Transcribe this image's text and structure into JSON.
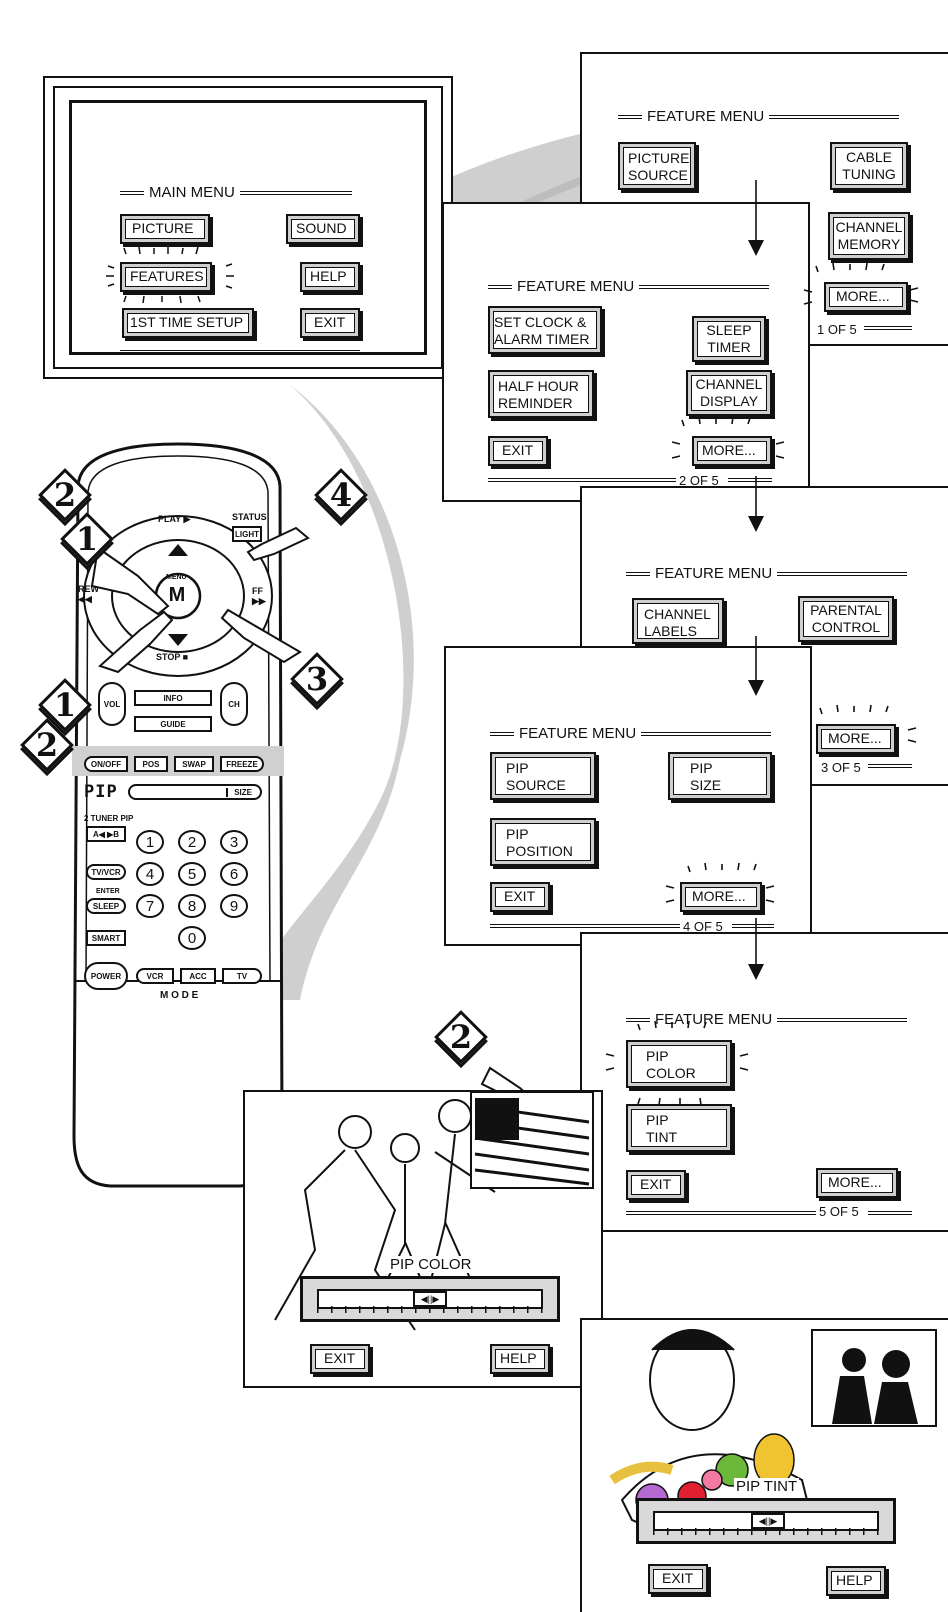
{
  "main_menu": {
    "title": "MAIN MENU",
    "picture": "PICTURE",
    "sound": "SOUND",
    "features": "FEATURES",
    "help": "HELP",
    "first_time_setup": "1ST TIME SETUP",
    "exit": "EXIT"
  },
  "feature_page1": {
    "title": "FEATURE MENU",
    "picture_source": "PICTURE\nSOURCE",
    "cable_tuning": "CABLE\nTUNING",
    "channel_memory": "CHANNEL\nMEMORY",
    "more": "MORE...",
    "page": "1 OF 5"
  },
  "feature_page2": {
    "title": "FEATURE MENU",
    "set_clock": "SET CLOCK &\nALARM TIMER",
    "sleep_timer": "SLEEP\nTIMER",
    "half_hour": "HALF HOUR\nREMINDER",
    "channel_display": "CHANNEL\nDISPLAY",
    "exit": "EXIT",
    "more": "MORE...",
    "page": "2 OF 5"
  },
  "feature_page3": {
    "title": "FEATURE MENU",
    "channel_labels": "CHANNEL\nLABELS",
    "parental_control": "PARENTAL\nCONTROL",
    "more": "MORE...",
    "page": "3 OF 5"
  },
  "feature_page4": {
    "title": "FEATURE MENU",
    "pip_source": "PIP\nSOURCE",
    "pip_size": "PIP\nSIZE",
    "pip_position": "PIP\nPOSITION",
    "exit": "EXIT",
    "more": "MORE...",
    "page": "4 OF 5"
  },
  "feature_page5": {
    "title": "FEATURE MENU",
    "pip_color": "PIP\nCOLOR",
    "pip_tint": "PIP\nTINT",
    "exit": "EXIT",
    "more": "MORE...",
    "page": "5 OF 5"
  },
  "pip_color_screen": {
    "label": "PIP COLOR",
    "exit": "EXIT",
    "help": "HELP"
  },
  "pip_tint_screen": {
    "label": "PIP TINT",
    "exit": "EXIT",
    "help": "HELP"
  },
  "steps": {
    "one": "1",
    "two": "2",
    "three": "3",
    "four": "4"
  },
  "remote": {
    "play": "PLAY ▶",
    "status": "STATUS",
    "light": "LIGHT",
    "menu_small": "MENU",
    "menu": "M",
    "rew": "REW\n◀◀",
    "ff": "FF\n▶▶",
    "stop": "STOP ■",
    "vol": "VOL",
    "ch": "CH",
    "info": "INFO",
    "guide": "GUIDE",
    "on_off": "ON/OFF",
    "pos": "POS",
    "swap": "SWAP",
    "freeze": "FREEZE",
    "pip_logo": "PIP",
    "size": "SIZE",
    "two_tuner_pip": "2 TUNER PIP",
    "ab": "A◀ ▶B",
    "tv_vcr": "TV/VCR",
    "enter": "ENTER",
    "sleep": "SLEEP",
    "smart": "SMART",
    "power": "POWER",
    "vcr": "VCR",
    "acc": "ACC",
    "tv": "TV",
    "mode": "M O D E",
    "digits": [
      "1",
      "2",
      "3",
      "4",
      "5",
      "6",
      "7",
      "8",
      "9",
      "0"
    ]
  }
}
